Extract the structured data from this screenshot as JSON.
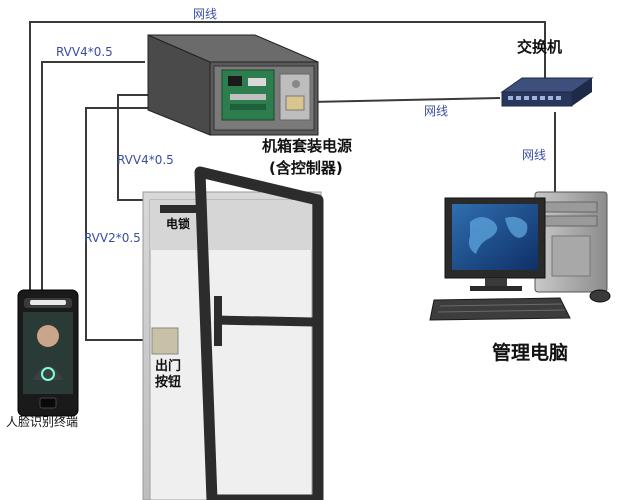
{
  "labels": {
    "network_top": "网线",
    "network_middle": "网线",
    "network_right": "网线",
    "cable_rvv4_top": "RVV4*0.5",
    "cable_rvv4_mid": "RVV4*0.5",
    "cable_rvv2": "RVV2*0.5",
    "switch": "交换机",
    "controller_box_line1": "机箱套装电源",
    "controller_box_line2": "(含控制器)",
    "electric_lock": "电锁",
    "exit_button_line1": "出门",
    "exit_button_line2": "按钮",
    "face_terminal": "人脸识别终端",
    "management_pc": "管理电脑"
  },
  "colors": {
    "label_blue": "#3a4fa0",
    "wire": "#3a3a3a",
    "door_frame": "#2c2c2c"
  }
}
